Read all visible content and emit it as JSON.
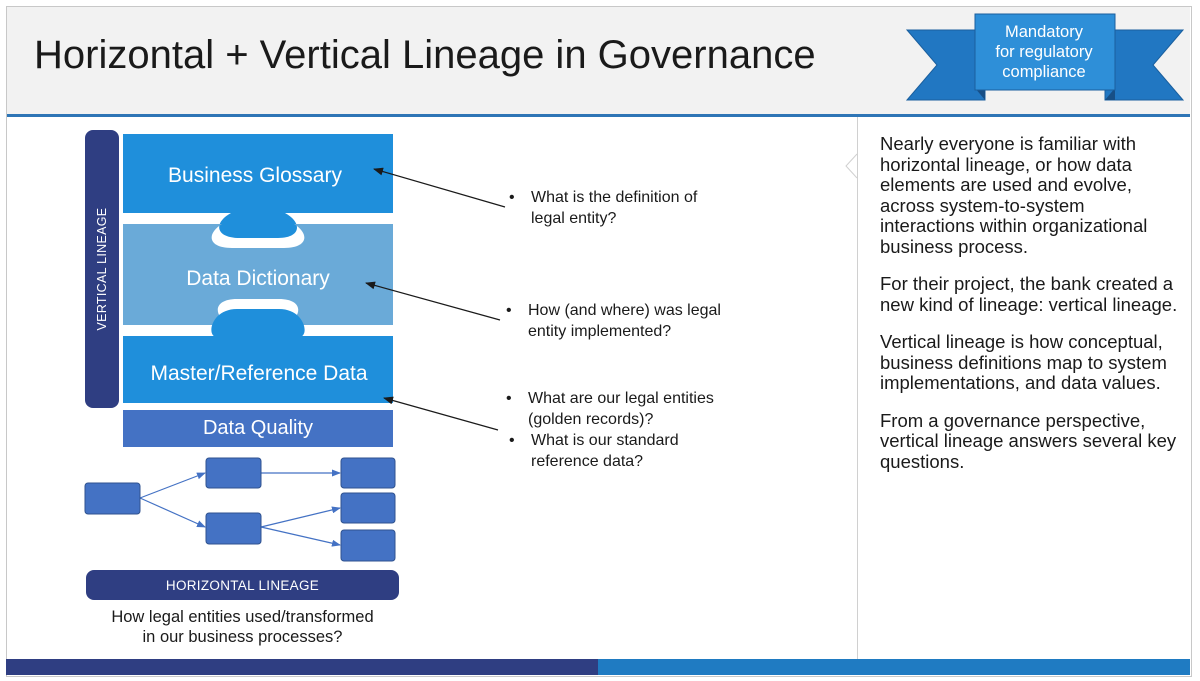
{
  "title": "Horizontal + Vertical Lineage in Governance",
  "ribbon": {
    "lines": [
      "Mandatory",
      "for regulatory",
      "compliance"
    ],
    "color": "#2e8fd8"
  },
  "vertical_lineage": {
    "label": "VERTICAL LINEAGE",
    "pieces": [
      {
        "label": "Business Glossary",
        "color": "#1f8fdb"
      },
      {
        "label": "Data Dictionary",
        "color": "#6aaad8"
      },
      {
        "label": "Master/Reference Data",
        "color": "#1f8fdb"
      }
    ],
    "data_quality": "Data Quality"
  },
  "questions": [
    {
      "lines": [
        "What is the definition of",
        "legal entity?"
      ]
    },
    {
      "lines": [
        "How (and where) was legal",
        "entity implemented?"
      ]
    },
    {
      "lines": [
        "What are our legal entities",
        "(golden records)?"
      ]
    },
    {
      "lines": [
        "What is our standard",
        "reference data?"
      ]
    }
  ],
  "horizontal_lineage": {
    "label": "HORIZONTAL LINEAGE",
    "caption_lines": [
      "How legal entities used/transformed",
      "in our business processes?"
    ],
    "node_color": "#4472c4"
  },
  "right_panel": {
    "paragraphs": [
      "Nearly everyone is familiar with horizontal lineage, or how data elements are used and evolve, across system-to-system interactions within organizational business process.",
      "For their project, the bank created a new kind of lineage: vertical lineage.",
      "Vertical lineage is how conceptual, business definitions map to system implementations, and data values.",
      "From a governance perspective, vertical lineage answers several key questions."
    ]
  },
  "colors": {
    "dark_navy": "#2f3e82",
    "accent_blue": "#2e75b6",
    "footer_right": "#1f7bc2"
  }
}
